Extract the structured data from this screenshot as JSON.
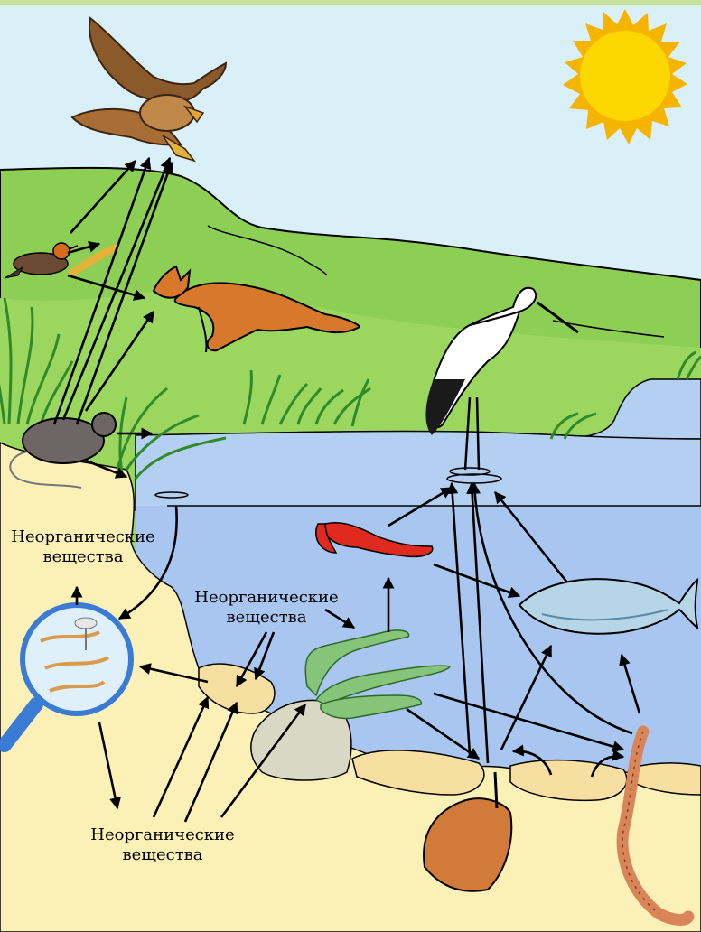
{
  "labels": {
    "inorganic_left_1": "Неорганические",
    "inorganic_left_2": "вещества",
    "inorganic_mid_1": "Неорганические",
    "inorganic_mid_2": "вещества",
    "inorganic_bottom_1": "Неорганические",
    "inorganic_bottom_2": "вещества"
  },
  "colors": {
    "sky": "#daf0f8",
    "hill": "#8ccf54",
    "meadow": "#9bd65e",
    "water": "#a8c6f0",
    "pond": "#b3cff2",
    "soil": "#fbf0b6",
    "sediment": "#f7dfa2",
    "sun": "#fcd800",
    "top_strip": "#c6e29a"
  }
}
